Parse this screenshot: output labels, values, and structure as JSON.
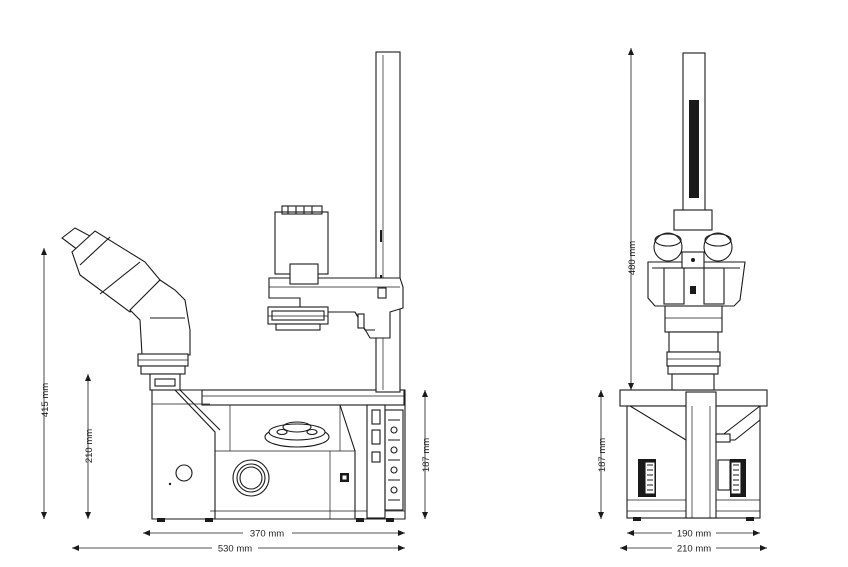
{
  "dimensions": {
    "side_height_total": "415 mm",
    "side_height_stage": "210 mm",
    "side_height_base": "187 mm",
    "side_depth_base": "370 mm",
    "side_depth_total": "530 mm",
    "front_height_total": "480 mm",
    "front_height_base": "187 mm",
    "front_width_base": "190 mm",
    "front_width_total": "210 mm"
  }
}
